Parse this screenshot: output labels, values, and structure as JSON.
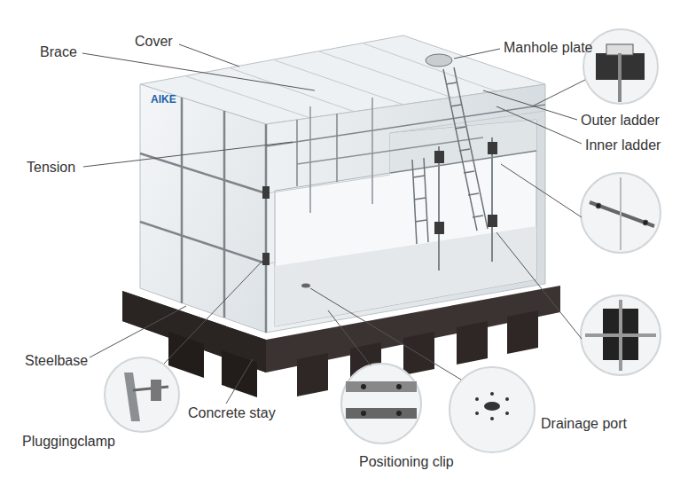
{
  "diagram": {
    "labels": [
      "Cover",
      "Brace",
      "Manhole plate",
      "Outer ladder",
      "Inner ladder",
      "Tension",
      "AIKE",
      "Steelbase",
      "Concrete stay",
      "Pluggingclamp",
      "Drainage port",
      "Positioning clip"
    ]
  }
}
